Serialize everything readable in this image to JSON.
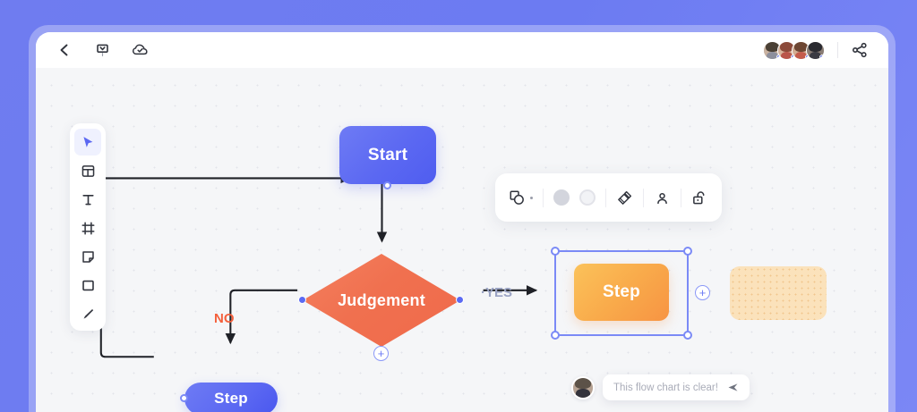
{
  "app": {
    "background_color": "#6c7bf2",
    "canvas_color": "#f5f6f8"
  },
  "topbar": {
    "back_label": "Back",
    "icons": [
      {
        "name": "back-chevron-icon",
        "label": "Back"
      },
      {
        "name": "document-title-icon",
        "label": "Document"
      },
      {
        "name": "cloud-saved-icon",
        "label": "Saved to cloud"
      }
    ],
    "collaborators": [
      {
        "name": "collaborator-1",
        "status": "online",
        "hair": "#4a4035",
        "skin": "#c9b2a0",
        "body": "#8d8f9c"
      },
      {
        "name": "collaborator-2",
        "status": "online",
        "hair": "#8c4a3a",
        "skin": "#d8b49c",
        "body": "#b9554a"
      },
      {
        "name": "collaborator-3",
        "status": "online",
        "hair": "#6d4633",
        "skin": "#d3ae94",
        "body": "#c45b4c"
      },
      {
        "name": "collaborator-4",
        "status": "online",
        "hair": "#2a2a30",
        "skin": "#8a7d74",
        "body": "#3a3a42"
      }
    ],
    "share_label": "Share"
  },
  "tool_palette": {
    "tools": [
      {
        "name": "select-tool",
        "label": "Select",
        "active": true
      },
      {
        "name": "template-tool",
        "label": "Template",
        "active": false
      },
      {
        "name": "text-tool",
        "label": "Text",
        "active": false
      },
      {
        "name": "frame-tool",
        "label": "Frame",
        "active": false
      },
      {
        "name": "sticky-note-tool",
        "label": "Sticky note",
        "active": false
      },
      {
        "name": "rectangle-tool",
        "label": "Rectangle",
        "active": false
      },
      {
        "name": "pen-tool",
        "label": "Pen",
        "active": false
      }
    ]
  },
  "format_toolbar": {
    "items": [
      {
        "name": "shape-picker",
        "label": "Shape"
      },
      {
        "name": "fill-color",
        "label": "Fill color",
        "color": "#d3d5dd"
      },
      {
        "name": "stroke-color",
        "label": "Stroke color",
        "color": "#e2e3e9"
      },
      {
        "name": "format-painter",
        "label": "Format painter"
      },
      {
        "name": "assign-member",
        "label": "Assign member"
      },
      {
        "name": "lock-toggle",
        "label": "Lock",
        "state": "unlocked"
      }
    ]
  },
  "flow": {
    "nodes": [
      {
        "id": "start",
        "label": "Start",
        "shape": "rounded-rect",
        "color": "#5b68f2"
      },
      {
        "id": "judgement",
        "label": "Judgement",
        "shape": "diamond",
        "color": "#f0704f"
      },
      {
        "id": "step_yes",
        "label": "Step",
        "shape": "rounded-rect",
        "color": "#f9ab4b",
        "selected": true
      },
      {
        "id": "step_no",
        "label": "Step",
        "shape": "pill",
        "color": "#5b68f2"
      },
      {
        "id": "ghost",
        "label": "",
        "shape": "placeholder",
        "color": "#fbe2bb"
      }
    ],
    "edge_labels": {
      "yes": "·YES",
      "no": "NO"
    },
    "add_button_label": "+"
  },
  "comment": {
    "text": "This flow chart is clear!",
    "send_label": "Send"
  }
}
